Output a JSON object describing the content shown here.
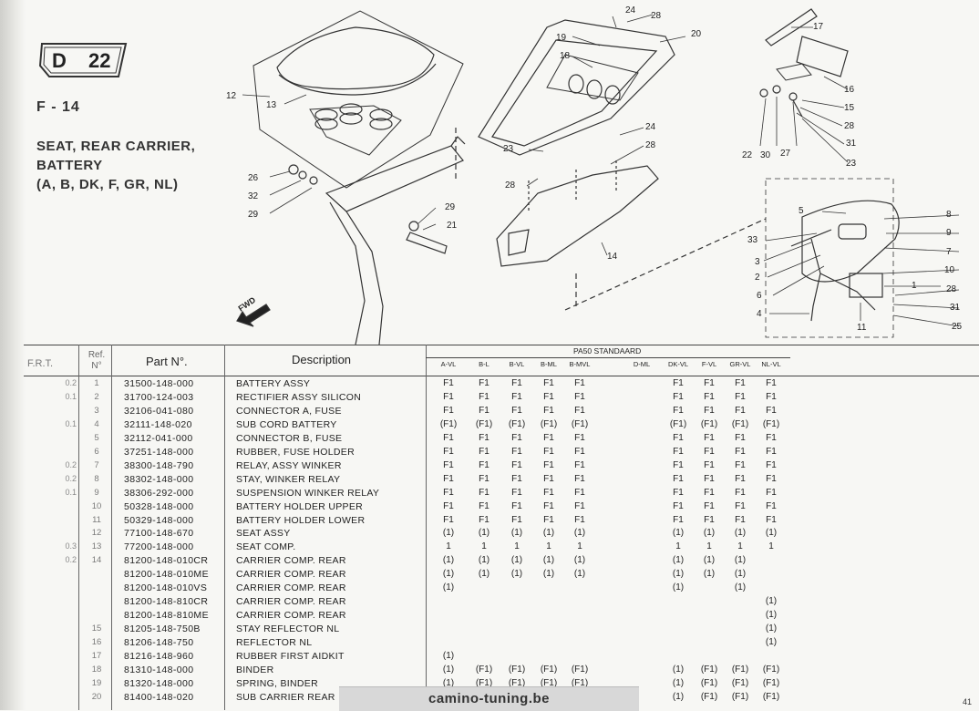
{
  "header": {
    "section_letter": "D",
    "section_number": "22",
    "figure": "F - 14",
    "title_lines": [
      "SEAT, REAR CARRIER,",
      "BATTERY",
      "(A, B, DK, F, GR, NL)"
    ]
  },
  "diagram": {
    "fwd_label": "FWD",
    "callouts": [
      "1",
      "2",
      "3",
      "4",
      "5",
      "6",
      "7",
      "8",
      "9",
      "10",
      "11",
      "12",
      "13",
      "14",
      "15",
      "16",
      "17",
      "18",
      "19",
      "20",
      "21",
      "22",
      "23",
      "24",
      "25",
      "26",
      "27",
      "28",
      "29",
      "30",
      "31",
      "32",
      "33"
    ]
  },
  "table": {
    "headers": {
      "frt": "F.R.T.",
      "ref": "Ref. N°",
      "part_no": "Part N°.",
      "description": "Description",
      "group": "PA50 STANDAARD"
    },
    "model_columns": [
      "A-VL",
      "B-L",
      "B-VL",
      "B-ML",
      "B-MVL",
      "D-ML",
      "DK-VL",
      "F-VL",
      "GR-VL",
      "NL-VL"
    ],
    "rows": [
      {
        "frt": "0.2",
        "ref": "1",
        "part": "31500-148-000",
        "desc": "BATTERY ASSY",
        "marks": [
          "F1",
          "F1",
          "F1",
          "F1",
          "F1",
          "",
          "F1",
          "F1",
          "F1",
          "F1"
        ]
      },
      {
        "frt": "0.1",
        "ref": "2",
        "part": "31700-124-003",
        "desc": "RECTIFIER ASSY SILICON",
        "marks": [
          "F1",
          "F1",
          "F1",
          "F1",
          "F1",
          "",
          "F1",
          "F1",
          "F1",
          "F1"
        ]
      },
      {
        "frt": "",
        "ref": "3",
        "part": "32106-041-080",
        "desc": "CONNECTOR A, FUSE",
        "marks": [
          "F1",
          "F1",
          "F1",
          "F1",
          "F1",
          "",
          "F1",
          "F1",
          "F1",
          "F1"
        ]
      },
      {
        "frt": "0.1",
        "ref": "4",
        "part": "32111-148-020",
        "desc": "SUB CORD BATTERY",
        "marks": [
          "(F1)",
          "(F1)",
          "(F1)",
          "(F1)",
          "(F1)",
          "",
          "(F1)",
          "(F1)",
          "(F1)",
          "(F1)"
        ]
      },
      {
        "frt": "",
        "ref": "5",
        "part": "32112-041-000",
        "desc": "CONNECTOR B, FUSE",
        "marks": [
          "F1",
          "F1",
          "F1",
          "F1",
          "F1",
          "",
          "F1",
          "F1",
          "F1",
          "F1"
        ]
      },
      {
        "frt": "",
        "ref": "6",
        "part": "37251-148-000",
        "desc": "RUBBER, FUSE HOLDER",
        "marks": [
          "F1",
          "F1",
          "F1",
          "F1",
          "F1",
          "",
          "F1",
          "F1",
          "F1",
          "F1"
        ]
      },
      {
        "frt": "0.2",
        "ref": "7",
        "part": "38300-148-790",
        "desc": "RELAY, ASSY WINKER",
        "marks": [
          "F1",
          "F1",
          "F1",
          "F1",
          "F1",
          "",
          "F1",
          "F1",
          "F1",
          "F1"
        ]
      },
      {
        "frt": "0.2",
        "ref": "8",
        "part": "38302-148-000",
        "desc": "STAY, WINKER RELAY",
        "marks": [
          "F1",
          "F1",
          "F1",
          "F1",
          "F1",
          "",
          "F1",
          "F1",
          "F1",
          "F1"
        ]
      },
      {
        "frt": "0.1",
        "ref": "9",
        "part": "38306-292-000",
        "desc": "SUSPENSION WINKER RELAY",
        "marks": [
          "F1",
          "F1",
          "F1",
          "F1",
          "F1",
          "",
          "F1",
          "F1",
          "F1",
          "F1"
        ]
      },
      {
        "frt": "",
        "ref": "10",
        "part": "50328-148-000",
        "desc": "BATTERY HOLDER UPPER",
        "marks": [
          "F1",
          "F1",
          "F1",
          "F1",
          "F1",
          "",
          "F1",
          "F1",
          "F1",
          "F1"
        ]
      },
      {
        "frt": "",
        "ref": "11",
        "part": "50329-148-000",
        "desc": "BATTERY HOLDER LOWER",
        "marks": [
          "F1",
          "F1",
          "F1",
          "F1",
          "F1",
          "",
          "F1",
          "F1",
          "F1",
          "F1"
        ]
      },
      {
        "frt": "",
        "ref": "12",
        "part": "77100-148-670",
        "desc": "SEAT ASSY",
        "marks": [
          "(1)",
          "(1)",
          "(1)",
          "(1)",
          "(1)",
          "",
          "(1)",
          "(1)",
          "(1)",
          "(1)"
        ]
      },
      {
        "frt": "0.3",
        "ref": "13",
        "part": "77200-148-000",
        "desc": "SEAT COMP.",
        "marks": [
          "1",
          "1",
          "1",
          "1",
          "1",
          "",
          "1",
          "1",
          "1",
          "1"
        ]
      },
      {
        "frt": "0.2",
        "ref": "14",
        "part": "81200-148-010CR",
        "desc": "CARRIER COMP. REAR",
        "marks": [
          "(1)",
          "(1)",
          "(1)",
          "(1)",
          "(1)",
          "",
          "(1)",
          "(1)",
          "(1)",
          ""
        ]
      },
      {
        "frt": "",
        "ref": "",
        "part": "81200-148-010ME",
        "desc": "CARRIER COMP. REAR",
        "marks": [
          "(1)",
          "(1)",
          "(1)",
          "(1)",
          "(1)",
          "",
          "(1)",
          "(1)",
          "(1)",
          ""
        ]
      },
      {
        "frt": "",
        "ref": "",
        "part": "81200-148-010VS",
        "desc": "CARRIER COMP. REAR",
        "marks": [
          "(1)",
          "",
          "",
          "",
          "",
          "",
          "(1)",
          "",
          "(1)",
          ""
        ]
      },
      {
        "frt": "",
        "ref": "",
        "part": "81200-148-810CR",
        "desc": "CARRIER COMP. REAR",
        "marks": [
          "",
          "",
          "",
          "",
          "",
          "",
          "",
          "",
          "",
          "(1)"
        ]
      },
      {
        "frt": "",
        "ref": "",
        "part": "81200-148-810ME",
        "desc": "CARRIER COMP. REAR",
        "marks": [
          "",
          "",
          "",
          "",
          "",
          "",
          "",
          "",
          "",
          "(1)"
        ]
      },
      {
        "frt": "",
        "ref": "15",
        "part": "81205-148-750B",
        "desc": "STAY REFLECTOR NL",
        "marks": [
          "",
          "",
          "",
          "",
          "",
          "",
          "",
          "",
          "",
          "(1)"
        ]
      },
      {
        "frt": "",
        "ref": "16",
        "part": "81206-148-750",
        "desc": "REFLECTOR NL",
        "marks": [
          "",
          "",
          "",
          "",
          "",
          "",
          "",
          "",
          "",
          "(1)"
        ]
      },
      {
        "frt": "",
        "ref": "17",
        "part": "81216-148-960",
        "desc": "RUBBER FIRST AIDKIT",
        "marks": [
          "(1)",
          "",
          "",
          "",
          "",
          "",
          "",
          "",
          "",
          ""
        ]
      },
      {
        "frt": "",
        "ref": "18",
        "part": "81310-148-000",
        "desc": "BINDER",
        "marks": [
          "(1)",
          "(F1)",
          "(F1)",
          "(F1)",
          "(F1)",
          "",
          "(1)",
          "(F1)",
          "(F1)",
          "(F1)"
        ]
      },
      {
        "frt": "",
        "ref": "19",
        "part": "81320-148-000",
        "desc": "SPRING, BINDER",
        "marks": [
          "(1)",
          "(F1)",
          "(F1)",
          "(F1)",
          "(F1)",
          "",
          "(1)",
          "(F1)",
          "(F1)",
          "(F1)"
        ]
      },
      {
        "frt": "",
        "ref": "20",
        "part": "81400-148-020",
        "desc": "SUB CARRIER REAR",
        "marks": [
          "(1)",
          "(F1)",
          "(F1)",
          "(F1)",
          "(F1)",
          "",
          "(1)",
          "(F1)",
          "(F1)",
          "(F1)"
        ]
      }
    ]
  },
  "watermark": "camino-tuning.be",
  "page_number": "41"
}
